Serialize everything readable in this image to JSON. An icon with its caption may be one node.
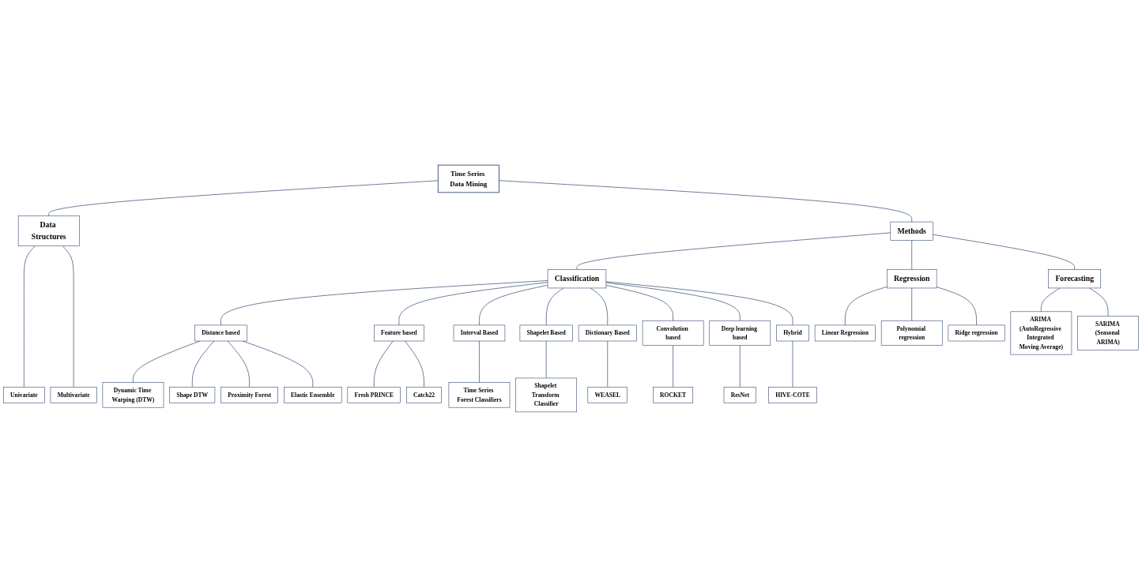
{
  "diagram": {
    "nodes": [
      {
        "text": [
          "Time Series Data Mining"
        ]
      },
      {
        "text": [
          "Data Structures"
        ]
      },
      {
        "text": [
          "Univariate"
        ]
      },
      {
        "text": [
          "Multivariate"
        ]
      },
      {
        "text": [
          "Methods"
        ]
      },
      {
        "text": [
          "Classification"
        ]
      },
      {
        "text": [
          "Regression"
        ]
      },
      {
        "text": [
          "Forecasting"
        ]
      },
      {
        "text": [
          "Distance based"
        ]
      },
      {
        "text": [
          "Feature based"
        ]
      },
      {
        "text": [
          "Interval Based"
        ]
      },
      {
        "text": [
          "Shapelet Based"
        ]
      },
      {
        "text": [
          "Dictionary Based"
        ]
      },
      {
        "text": [
          "Convolution based"
        ]
      },
      {
        "text": [
          "Deep learning based"
        ]
      },
      {
        "text": [
          "Hybrid"
        ]
      },
      {
        "text": [
          "Dynamic Time Warping (DTW)"
        ]
      },
      {
        "text": [
          "Shape DTW"
        ]
      },
      {
        "text": [
          "Proximity Forest"
        ]
      },
      {
        "text": [
          "Elastic Ensemble"
        ]
      },
      {
        "text": [
          "Fresh PRINCE"
        ]
      },
      {
        "text": [
          "Catch22"
        ]
      },
      {
        "text": [
          "Time Series Forest Classifiers"
        ]
      },
      {
        "text": [
          "Shapelet Transform Classifier"
        ]
      },
      {
        "text": [
          "WEASEL"
        ]
      },
      {
        "text": [
          "ROCKET"
        ]
      },
      {
        "text": [
          "ResNet"
        ]
      },
      {
        "text": [
          "HIVE-COTE"
        ]
      },
      {
        "text": [
          "Linear Regression"
        ]
      },
      {
        "text": [
          "Polynomial regression"
        ]
      },
      {
        "text": [
          "Ridge regression"
        ]
      },
      {
        "text": [
          "ARIMA (AutoRegressive Integrated Moving Average)"
        ]
      },
      {
        "text": [
          "SARIMA (Seasonal ARIMA)"
        ]
      }
    ],
    "edges": [
      {
        "from": 0,
        "to": 1,
        "arrow": "none"
      },
      {
        "from": 0,
        "to": 4,
        "arrow": "none"
      },
      {
        "from": 1,
        "to": 2,
        "arrow": "none"
      },
      {
        "from": 1,
        "to": 3,
        "arrow": "none"
      },
      {
        "from": 4,
        "to": 5,
        "arrow": "none"
      },
      {
        "from": 4,
        "to": 6,
        "arrow": "none"
      },
      {
        "from": 4,
        "to": 7,
        "arrow": "none"
      },
      {
        "from": 5,
        "to": 8,
        "arrow": "none"
      },
      {
        "from": 5,
        "to": 9,
        "arrow": "none"
      },
      {
        "from": 5,
        "to": 10,
        "arrow": "none"
      },
      {
        "from": 5,
        "to": 11,
        "arrow": "none"
      },
      {
        "from": 5,
        "to": 12,
        "arrow": "none"
      },
      {
        "from": 5,
        "to": 13,
        "arrow": "none"
      },
      {
        "from": 5,
        "to": 14,
        "arrow": "none"
      },
      {
        "from": 5,
        "to": 15,
        "arrow": "none"
      },
      {
        "from": 8,
        "to": 16,
        "arrow": "none"
      },
      {
        "from": 8,
        "to": 17,
        "arrow": "none"
      },
      {
        "from": 8,
        "to": 18,
        "arrow": "none"
      },
      {
        "from": 8,
        "to": 19,
        "arrow": "none"
      },
      {
        "from": 9,
        "to": 20,
        "arrow": "none"
      },
      {
        "from": 9,
        "to": 21,
        "arrow": "none"
      },
      {
        "from": 10,
        "to": 22,
        "arrow": "none"
      },
      {
        "from": 11,
        "to": 23,
        "arrow": "none"
      },
      {
        "from": 12,
        "to": 24,
        "arrow": "none"
      },
      {
        "from": 13,
        "to": 25,
        "arrow": "none"
      },
      {
        "from": 14,
        "to": 26,
        "arrow": "none"
      },
      {
        "from": 15,
        "to": 27,
        "arrow": "none"
      },
      {
        "from": 6,
        "to": 28,
        "arrow": "none"
      },
      {
        "from": 6,
        "to": 29,
        "arrow": "none"
      },
      {
        "from": 6,
        "to": 30,
        "arrow": "none"
      },
      {
        "from": 7,
        "to": 31,
        "arrow": "none"
      },
      {
        "from": 7,
        "to": 32,
        "arrow": "none"
      }
    ]
  }
}
